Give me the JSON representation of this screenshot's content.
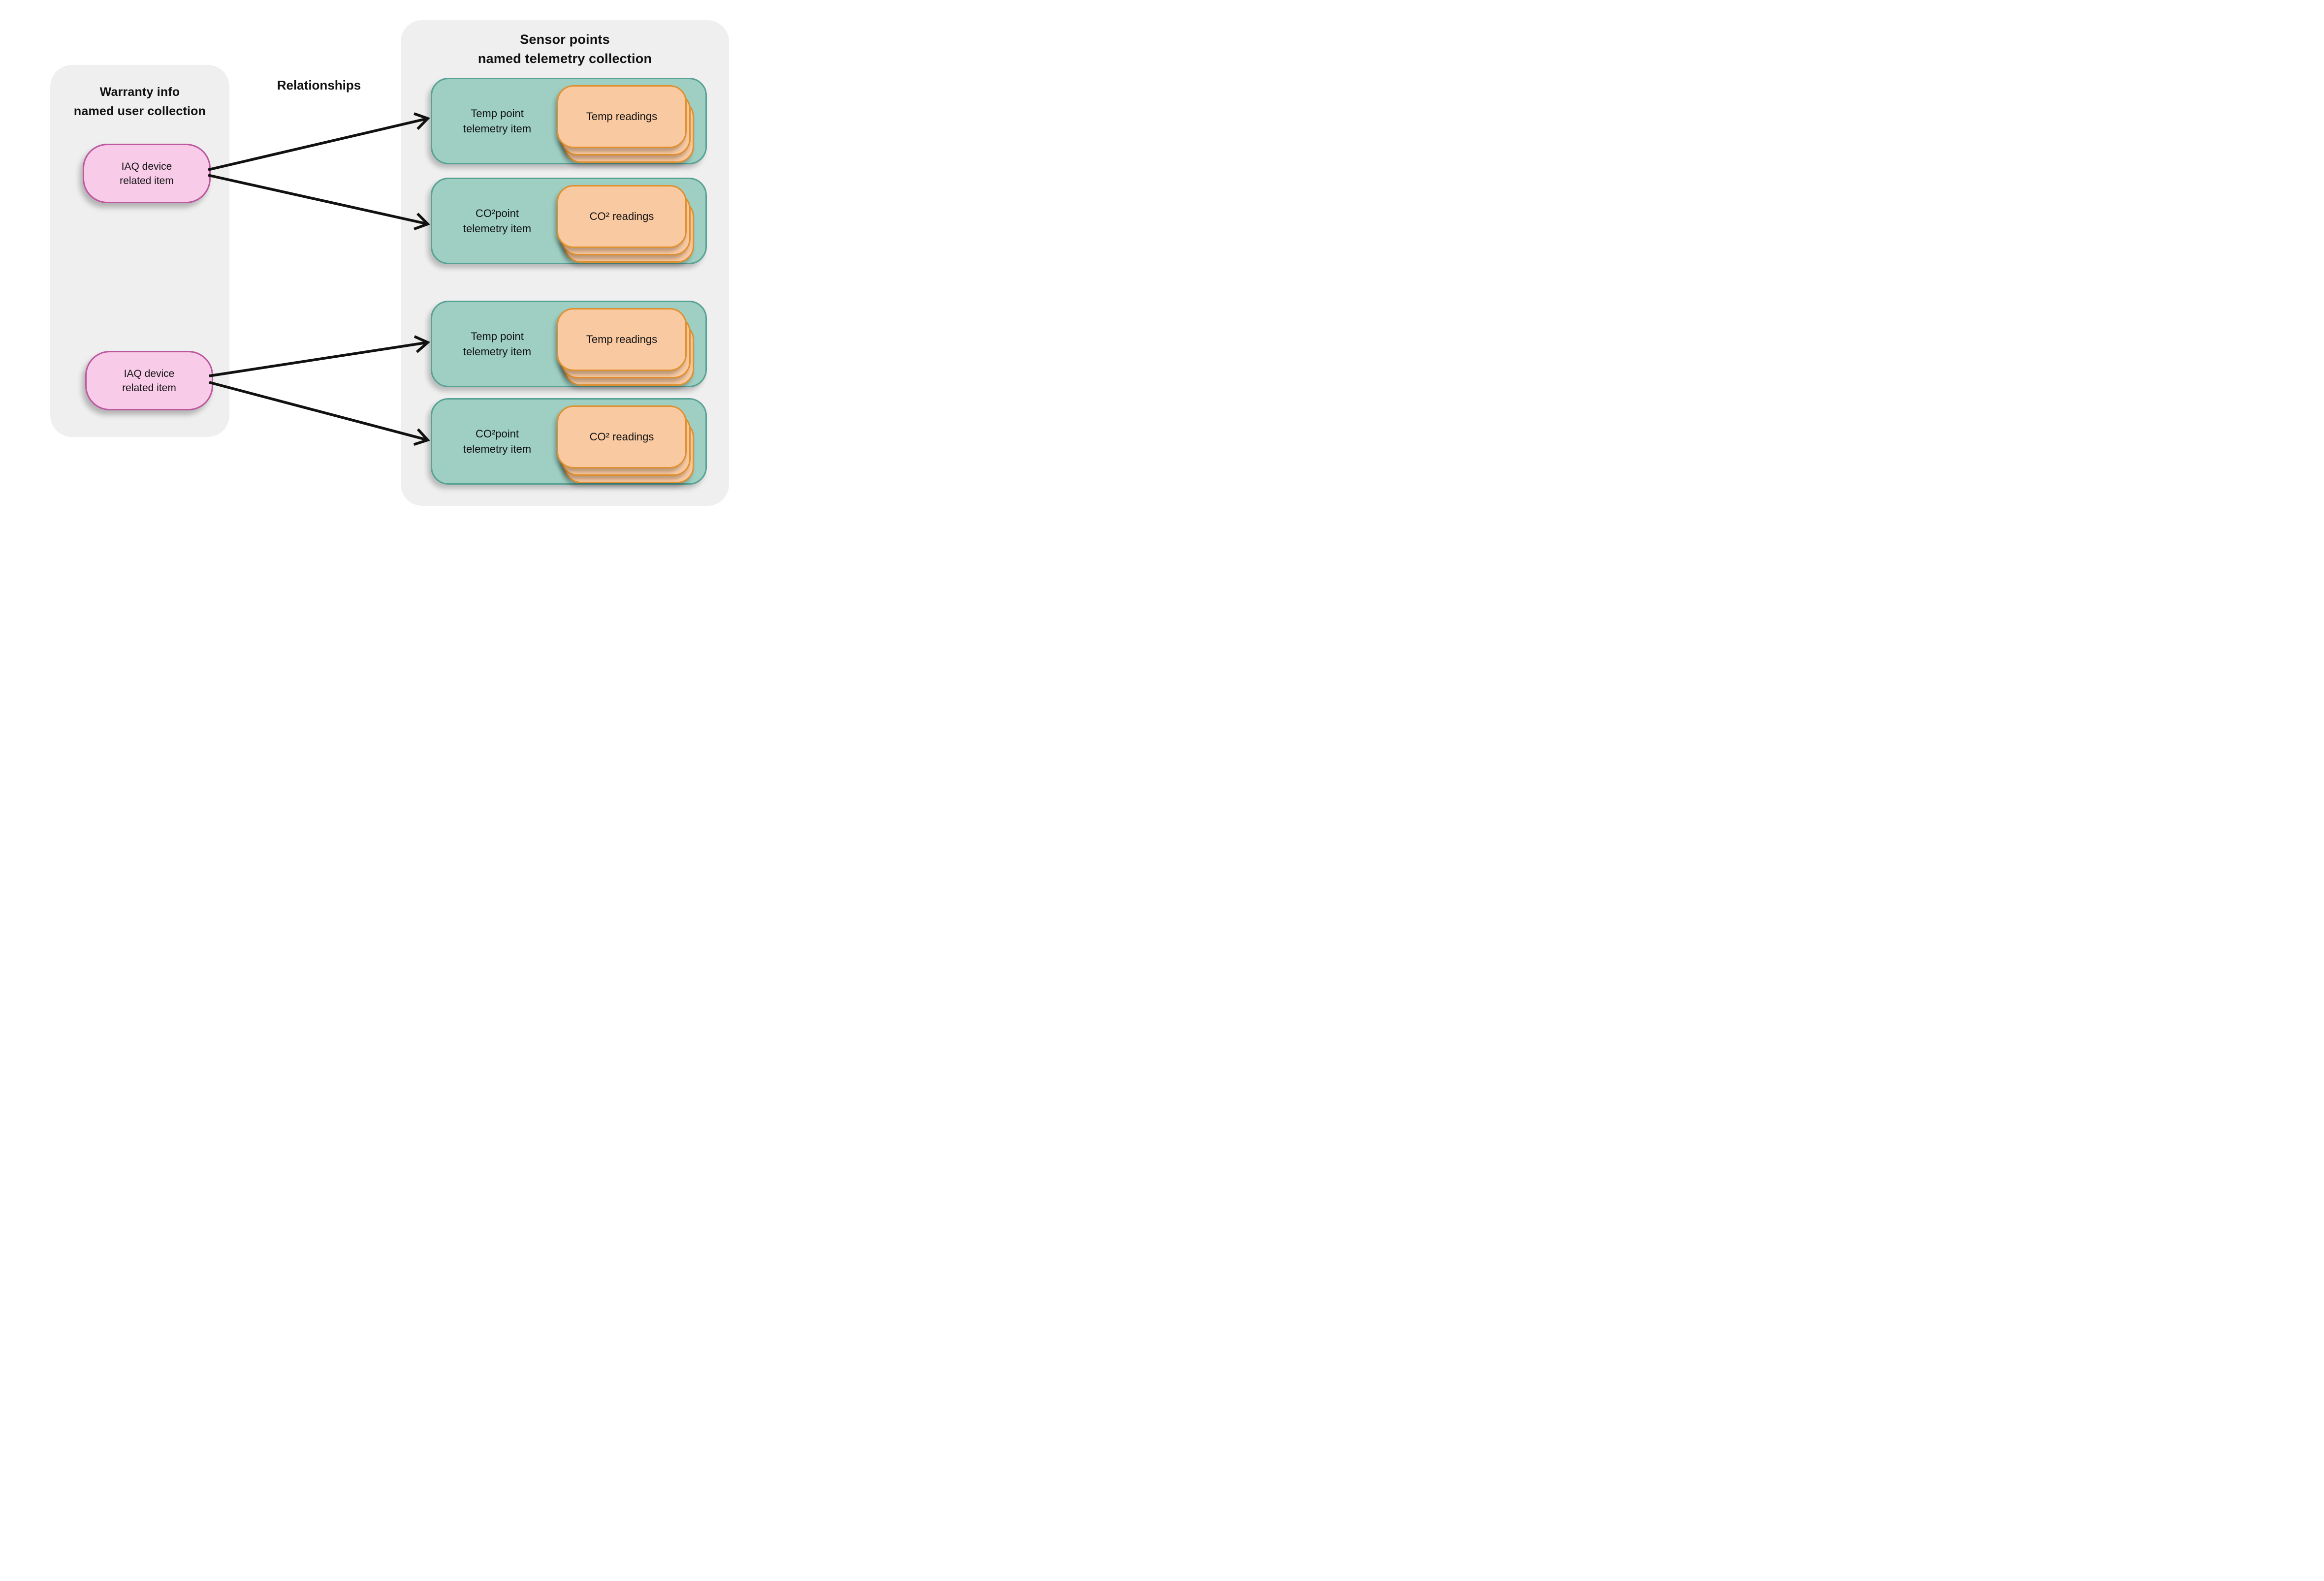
{
  "left_panel": {
    "title_line1": "Warranty info",
    "title_line2": "named user collection",
    "items": [
      {
        "line1": "IAQ device",
        "line2": "related item"
      },
      {
        "line1": "IAQ device",
        "line2": "related item"
      }
    ]
  },
  "relationships_label": "Relationships",
  "right_panel": {
    "title_line1": "Sensor points",
    "title_line2": "named telemetry collection",
    "groups": [
      {
        "point_line1": "Temp point",
        "point_line2": "telemetry item",
        "readings": "Temp readings"
      },
      {
        "point_line1": "CO²point",
        "point_line2": "telemetry item",
        "readings": "CO² readings"
      },
      {
        "point_line1": "Temp point",
        "point_line2": "telemetry item",
        "readings": "Temp readings"
      },
      {
        "point_line1": "CO²point",
        "point_line2": "telemetry item",
        "readings": "CO² readings"
      }
    ]
  },
  "colors": {
    "panel_fill": "#efefef",
    "panel_shadow": "#000000",
    "pill_fill": "#f8cce9",
    "pill_border": "#bd579e",
    "telemetry_fill": "#9ecfc2",
    "telemetry_border": "#57a294",
    "readings_fill": "#f9c9a1",
    "readings_border": "#e0912f",
    "arrow": "#111111",
    "text": "#111111"
  }
}
